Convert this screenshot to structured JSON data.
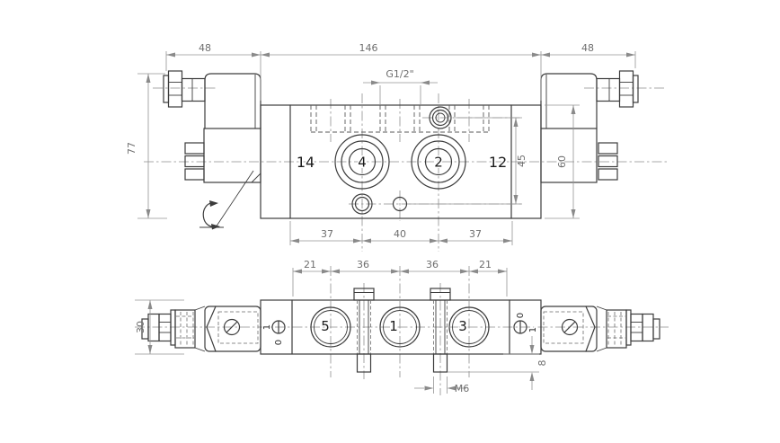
{
  "drawing": {
    "background": "#ffffff",
    "object_line_color": "#3c3c3c",
    "dimension_line_color": "#8f8f8f",
    "dimension_text_color": "#6e6e6e",
    "label_text_color": "#1c1c1c"
  },
  "front_view": {
    "dim_total_width_left": "48",
    "dim_body_width": "146",
    "dim_total_width_right": "48",
    "dim_overall_height": "77",
    "dim_port_thread": "G1/2\"",
    "dim_pilot_span": "45",
    "dim_body_height": "60",
    "dim_left_port_offset": "37",
    "dim_port_spacing": "40",
    "dim_right_port_offset": "37",
    "label_pilot_left": "14",
    "label_port_a": "4",
    "label_port_b": "2",
    "label_pilot_right": "12"
  },
  "bottom_view": {
    "dim_edge_left": "21",
    "dim_spacing_left": "36",
    "dim_spacing_right": "36",
    "dim_edge_right": "21",
    "dim_body_depth": "30",
    "dim_stud_thread": "M6",
    "dim_stud_protrusion": "8",
    "label_port_5": "5",
    "label_port_1": "1",
    "label_port_3": "3",
    "override_left": {
      "on": "1",
      "off": "0"
    },
    "override_right": {
      "on": "0",
      "off": "1"
    }
  }
}
